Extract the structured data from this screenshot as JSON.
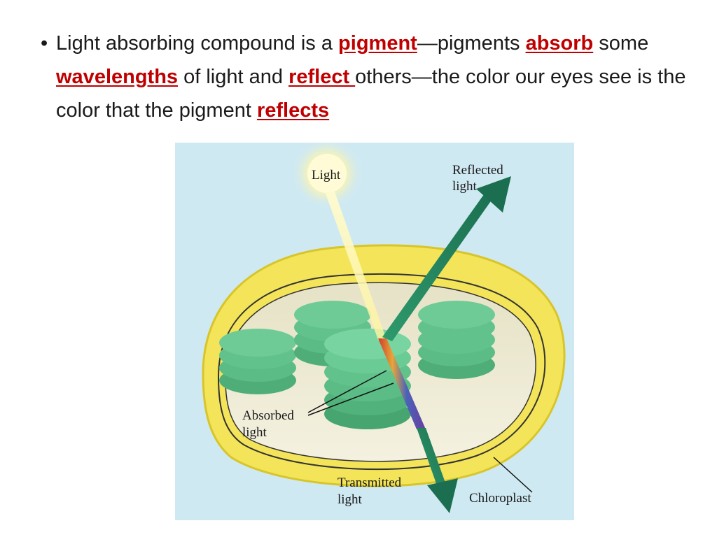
{
  "slide": {
    "bullet_char": "•",
    "segments": [
      {
        "text": "Light absorbing compound is a ",
        "emphasis": false
      },
      {
        "text": "pigment",
        "emphasis": true
      },
      {
        "text": "—pigments ",
        "emphasis": false
      },
      {
        "text": "absorb",
        "emphasis": true
      },
      {
        "text": " some ",
        "emphasis": false
      },
      {
        "text": "wavelengths",
        "emphasis": true
      },
      {
        "text": " of light and ",
        "emphasis": false
      },
      {
        "text": "reflect ",
        "emphasis": true
      },
      {
        "text": "others—the color our eyes see is the color that the pigment ",
        "emphasis": false
      },
      {
        "text": "reflects",
        "emphasis": true
      }
    ],
    "emphasis_color": "#c00000"
  },
  "figure": {
    "labels": {
      "light": "Light",
      "reflected_line1": "Reflected",
      "reflected_line2": "light",
      "absorbed_line1": "Absorbed",
      "absorbed_line2": "light",
      "transmitted_line1": "Transmitted",
      "transmitted_line2": "light",
      "chloroplast": "Chloroplast"
    },
    "colors": {
      "background": "#cfe9f3",
      "chloroplast_membrane": "#f2e24a",
      "thylakoid": "#5fbf86",
      "arrow": "#1f7f5a"
    }
  }
}
